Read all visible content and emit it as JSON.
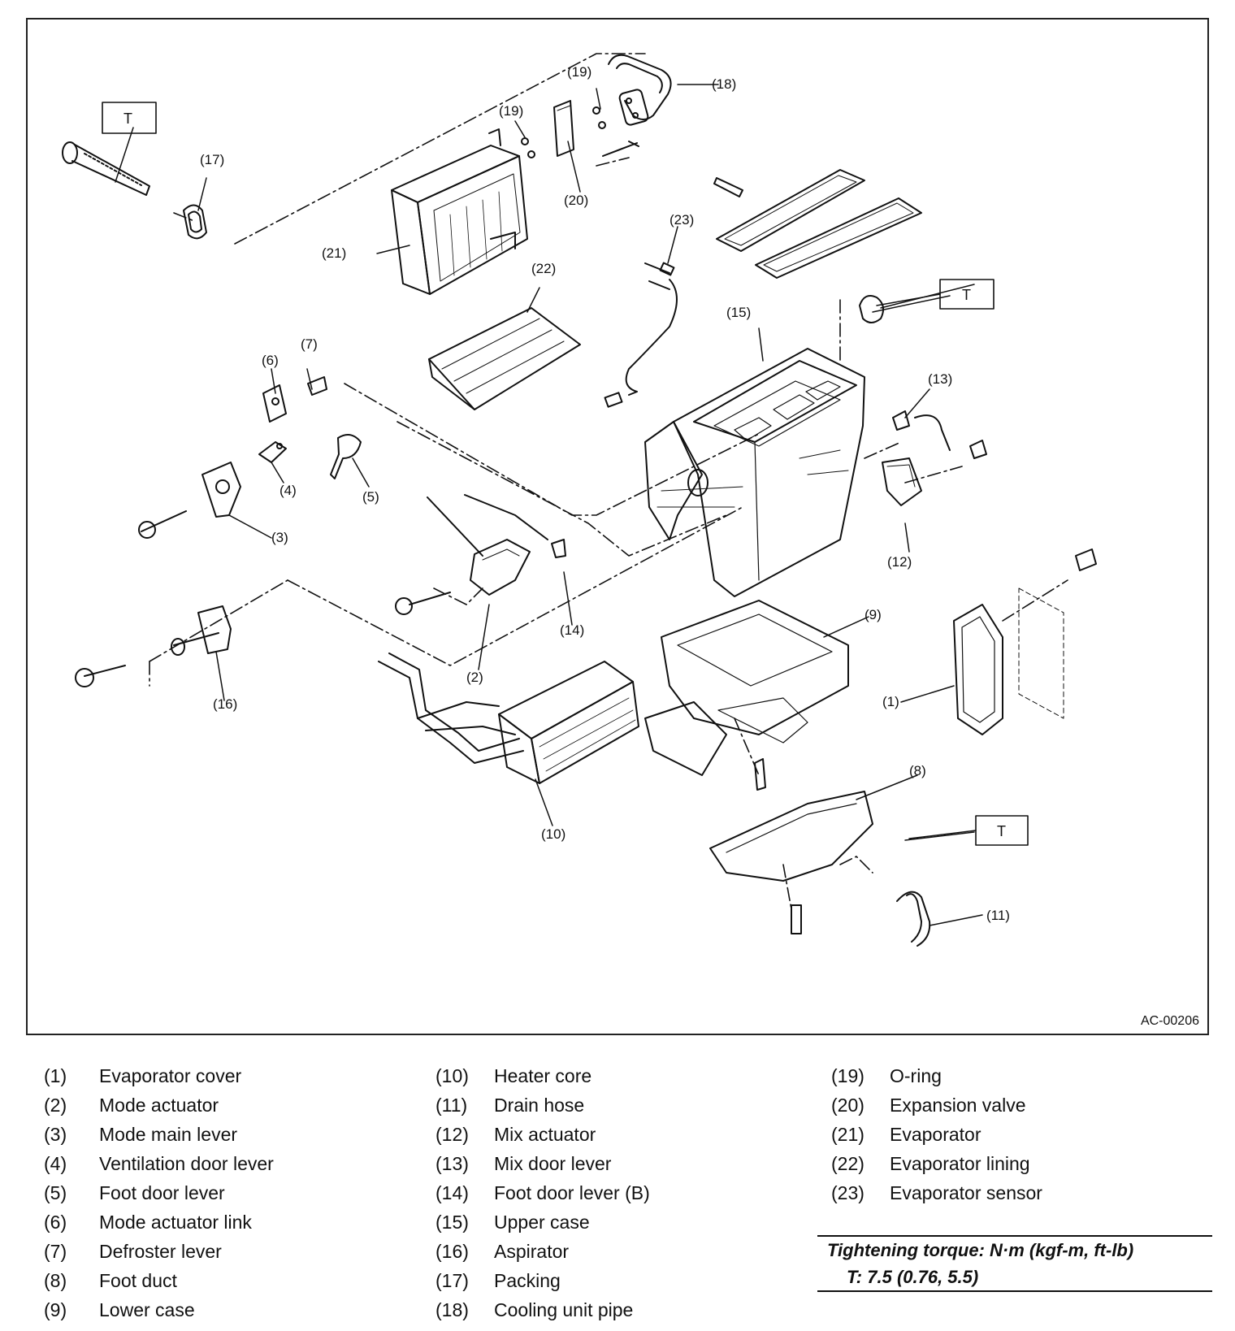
{
  "figure": {
    "id": "AC-00206",
    "torque_mark": "T",
    "callouts": [
      "(1)",
      "(2)",
      "(3)",
      "(4)",
      "(5)",
      "(6)",
      "(7)",
      "(8)",
      "(9)",
      "(10)",
      "(11)",
      "(12)",
      "(13)",
      "(14)",
      "(15)",
      "(16)",
      "(17)",
      "(18)",
      "(19)",
      "(20)",
      "(21)",
      "(22)",
      "(23)"
    ]
  },
  "legend": [
    {
      "num": "(1)",
      "name": "Evaporator cover"
    },
    {
      "num": "(2)",
      "name": "Mode actuator"
    },
    {
      "num": "(3)",
      "name": "Mode main lever"
    },
    {
      "num": "(4)",
      "name": "Ventilation door lever"
    },
    {
      "num": "(5)",
      "name": "Foot door lever"
    },
    {
      "num": "(6)",
      "name": "Mode actuator link"
    },
    {
      "num": "(7)",
      "name": "Defroster lever"
    },
    {
      "num": "(8)",
      "name": "Foot duct"
    },
    {
      "num": "(9)",
      "name": "Lower case"
    },
    {
      "num": "(10)",
      "name": "Heater core"
    },
    {
      "num": "(11)",
      "name": "Drain hose"
    },
    {
      "num": "(12)",
      "name": "Mix actuator"
    },
    {
      "num": "(13)",
      "name": "Mix door lever"
    },
    {
      "num": "(14)",
      "name": "Foot door lever (B)"
    },
    {
      "num": "(15)",
      "name": "Upper case"
    },
    {
      "num": "(16)",
      "name": "Aspirator"
    },
    {
      "num": "(17)",
      "name": "Packing"
    },
    {
      "num": "(18)",
      "name": "Cooling unit pipe"
    },
    {
      "num": "(19)",
      "name": "O-ring"
    },
    {
      "num": "(20)",
      "name": "Expansion valve"
    },
    {
      "num": "(21)",
      "name": "Evaporator"
    },
    {
      "num": "(22)",
      "name": "Evaporator lining"
    },
    {
      "num": "(23)",
      "name": "Evaporator sensor"
    }
  ],
  "torque": {
    "title": "Tightening torque: N·m (kgf-m, ft-lb)",
    "value": "T:   7.5 (0.76, 5.5)"
  }
}
